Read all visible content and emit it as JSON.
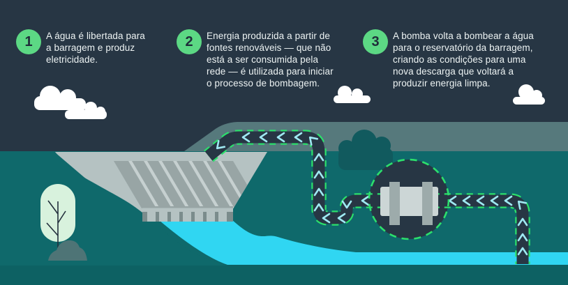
{
  "steps": [
    {
      "number": "1",
      "text": "A água é libertada para\na barragem e produz\neletricidade."
    },
    {
      "number": "2",
      "text": "Energia produzida a partir de\nfontes renováveis — que não\nestá a ser consumida pela\nrede — é utilizada para iniciar\no processo de bombagem."
    },
    {
      "number": "3",
      "text": "A bomba volta a bombear a água\npara o reservatório da barragem,\ncriando as condições para uma\nnova descarga que voltará a\nproduzir energia limpa."
    }
  ],
  "icons": {
    "flow_arrow": "chevron",
    "cloud": "cloud",
    "pump": "pump-cylinder"
  },
  "colors": {
    "sky": "#273644",
    "hill": "#56797c",
    "ground": "#0f696b",
    "ground_lower": "#0d6163",
    "water": "#30d6f2",
    "cloud": "#ffffff",
    "dam_light": "#b5c2c2",
    "dam_mid": "#98a5a5",
    "dam_line": "#c6d0d0",
    "dam_dark": "#7b8c8c",
    "pipe_fill": "#273644",
    "pipe_dash": "#2ce06c",
    "arrow": "#9fe9f2",
    "pump_body": "#ccd6d6",
    "pump_flange": "#9dabab",
    "step_circle": "#5cd884",
    "step_number": "#1f2d3a",
    "text": "#edf3f3",
    "tree_canopy": "#d8f2dd",
    "tree_trunk": "#222f3c",
    "rock": "#4e7476",
    "bush": "#115a5e"
  }
}
